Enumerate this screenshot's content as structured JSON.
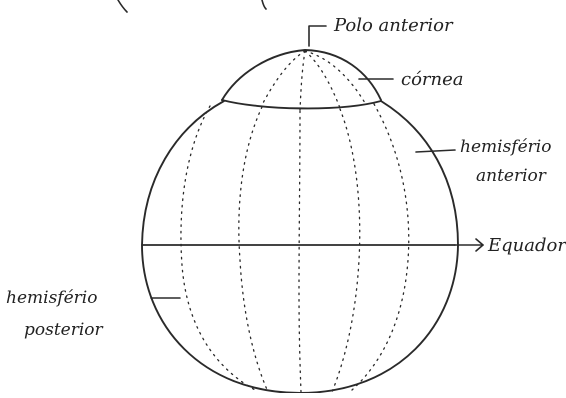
{
  "diagram": {
    "labels": {
      "anterior_pole": "Polo anterior",
      "cornea": "córnea",
      "anterior_hemisphere_line1": "hemisfério",
      "anterior_hemisphere_line2": "anterior",
      "equator": "Equador",
      "posterior_hemisphere_line1": "hemisfério",
      "posterior_hemisphere_line2": "posterior"
    }
  }
}
